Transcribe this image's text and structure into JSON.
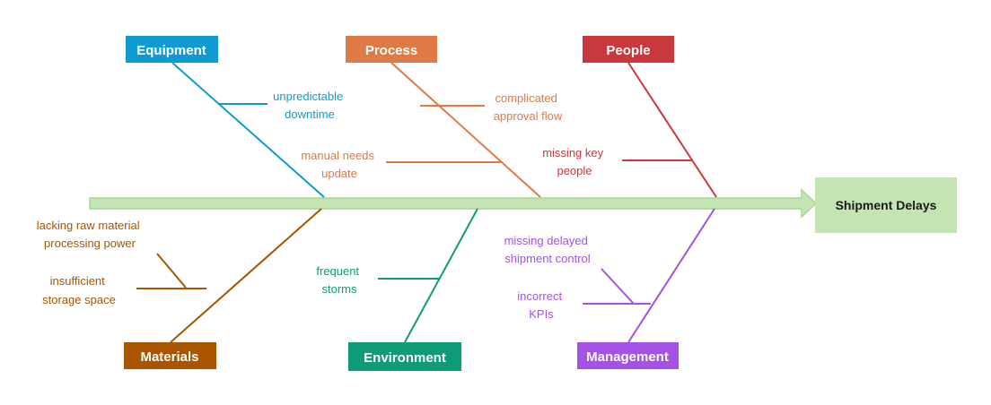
{
  "diagram": {
    "effect": "Shipment Delays",
    "colors": {
      "spine": "#c5e4b4",
      "spine_stroke": "#a9d38f",
      "head_fill": "#c5e4b4"
    },
    "categories": {
      "equipment": {
        "label": "Equipment",
        "color": "#0f9bd2"
      },
      "process": {
        "label": "Process",
        "color": "#e07a44"
      },
      "people": {
        "label": "People",
        "color": "#c9383c"
      },
      "materials": {
        "label": "Materials",
        "color": "#a95500"
      },
      "environment": {
        "label": "Environment",
        "color": "#0f9a78"
      },
      "management": {
        "label": "Management",
        "color": "#a451e6"
      }
    },
    "causes": {
      "equipment_1": [
        "unpredictable",
        "downtime"
      ],
      "process_1": [
        "complicated",
        "approval flow"
      ],
      "process_2": [
        "manual needs",
        "update"
      ],
      "people_1": [
        "missing key",
        "people"
      ],
      "materials_1": [
        "lacking raw material",
        "processing power"
      ],
      "materials_2": [
        "insufficient",
        "storage space"
      ],
      "environment_1": [
        "frequent",
        "storms"
      ],
      "management_1": [
        "missing delayed",
        "shipment control"
      ],
      "management_2": [
        "incorrect",
        "KPIs"
      ]
    }
  }
}
